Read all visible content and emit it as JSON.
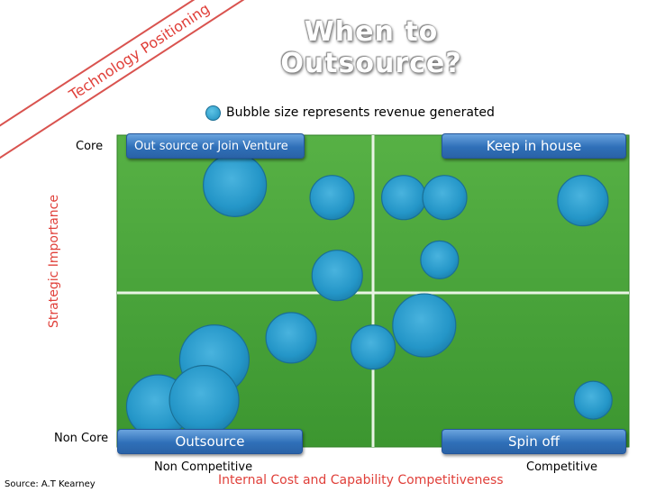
{
  "title": "When to Outsource?",
  "banner": "Technology Positioning",
  "legend": "Bubble size represents revenue generated",
  "y_axis": {
    "label": "Strategic Importance",
    "top": "Core",
    "bottom": "Non Core"
  },
  "x_axis": {
    "label": "Internal Cost and Capability Competitiveness",
    "left": "Non Competitive",
    "right": "Competitive"
  },
  "quadrants": {
    "top_left": "Out source or Join Venture",
    "top_right": "Keep in house",
    "bottom_left": "Outsource",
    "bottom_right": "Spin off"
  },
  "source": "Source: A.T Kearney",
  "colors": {
    "plot_green": "#4aa83b",
    "bubble": "#2496c8",
    "label_blue": "#2f6fb8",
    "accent_red": "#e0403a"
  },
  "chart_data": {
    "type": "scatter",
    "xlim": [
      0,
      100
    ],
    "ylim": [
      0,
      100
    ],
    "points": [
      {
        "x": 23,
        "y": 84,
        "r": 10
      },
      {
        "x": 42,
        "y": 80,
        "r": 7
      },
      {
        "x": 56,
        "y": 80,
        "r": 7
      },
      {
        "x": 64,
        "y": 80,
        "r": 7
      },
      {
        "x": 91,
        "y": 79,
        "r": 8
      },
      {
        "x": 43,
        "y": 55,
        "r": 8
      },
      {
        "x": 63,
        "y": 60,
        "r": 6
      },
      {
        "x": 34,
        "y": 35,
        "r": 8
      },
      {
        "x": 50,
        "y": 32,
        "r": 7
      },
      {
        "x": 60,
        "y": 39,
        "r": 10
      },
      {
        "x": 19,
        "y": 28,
        "r": 11
      },
      {
        "x": 8,
        "y": 13,
        "r": 10
      },
      {
        "x": 17,
        "y": 15,
        "r": 11
      },
      {
        "x": 93,
        "y": 15,
        "r": 6
      }
    ]
  }
}
